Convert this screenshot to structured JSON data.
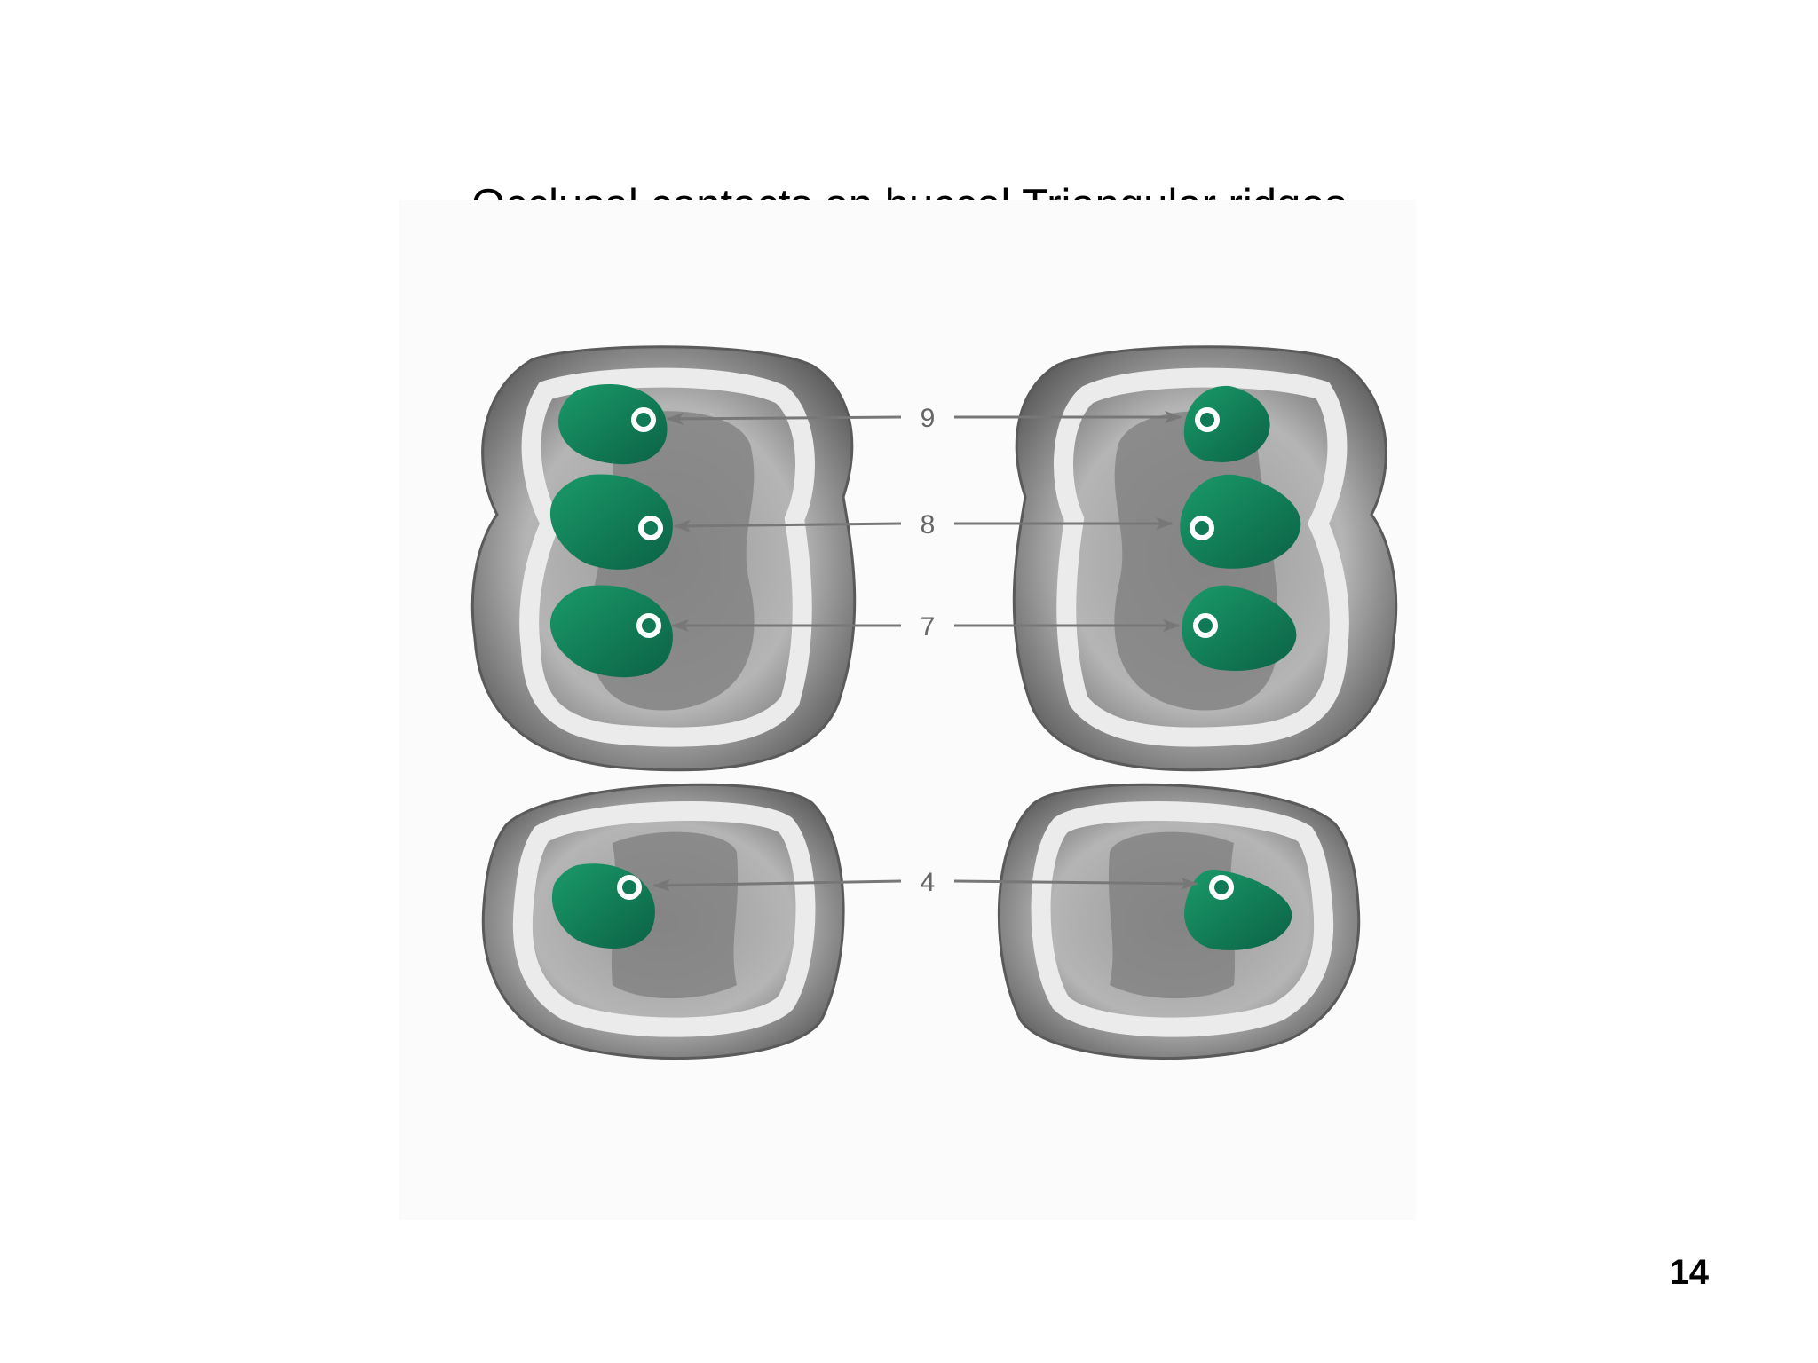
{
  "slide": {
    "title": "Occlusal contacts on buccal Triangular ridges",
    "page_number": "14"
  },
  "figure": {
    "callouts": [
      {
        "label": "9"
      },
      {
        "label": "8"
      },
      {
        "label": "7"
      },
      {
        "label": "4"
      }
    ],
    "colors": {
      "contact_green": "#0f7a55",
      "enamel_light": "#e6e6e6",
      "enamel_dark": "#6e6e6e",
      "fossa": "#7d7d7d",
      "arrow": "#777777"
    }
  }
}
